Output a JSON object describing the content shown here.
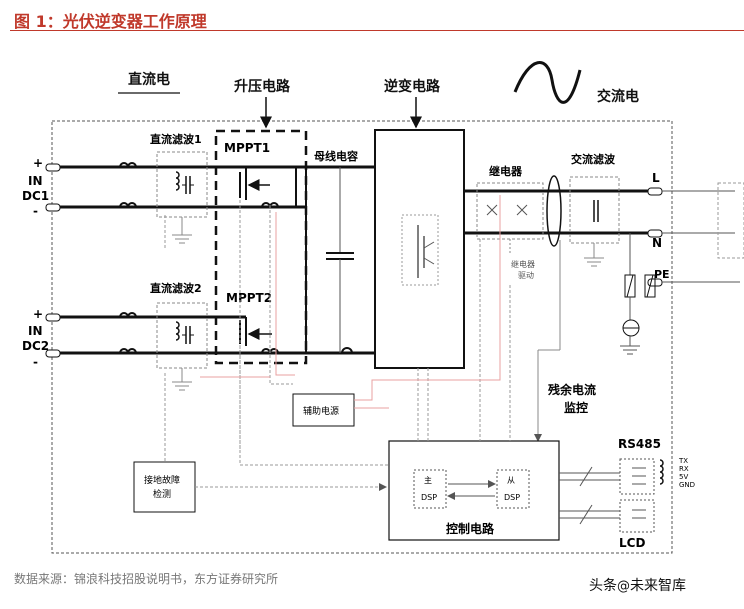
{
  "header": {
    "title": "图 1：光伏逆变器工作原理"
  },
  "diagram": {
    "labels": {
      "dc": "直流电",
      "boost": "升压电路",
      "inverter": "逆变电路",
      "ac": "交流电",
      "dc_filter1": "直流滤波1",
      "dc_filter2": "直流滤波2",
      "mppt1": "MPPT1",
      "mppt2": "MPPT2",
      "bus_cap": "母线电容",
      "relay": "继电器",
      "ac_filter": "交流滤波",
      "relay_drive_1": "继电器",
      "relay_drive_2": "驱动",
      "residual_1": "残余电流",
      "residual_2": "监控",
      "aux_power": "辅助电源",
      "ground_fault_1": "接地故障",
      "ground_fault_2": "检测",
      "control": "控制电路",
      "master_1": "主",
      "master_2": "DSP",
      "slave_1": "从",
      "slave_2": "DSP",
      "rs485": "RS485",
      "lcd": "LCD",
      "tx": "TX",
      "rx": "RX",
      "v5": "5V",
      "gnd": "GND",
      "L": "L",
      "N": "N",
      "PE": "PE",
      "plus1": "+",
      "minus1": "-",
      "in1": "IN",
      "dc1": "DC1",
      "plus2": "+",
      "minus2": "-",
      "in2": "IN",
      "dc2": "DC2"
    }
  },
  "footer": {
    "source": "数据来源：锦浪科技招股说明书，东方证券研究所",
    "watermark_brand": "头条",
    "watermark_at": "@",
    "watermark_name": "未来智库"
  }
}
